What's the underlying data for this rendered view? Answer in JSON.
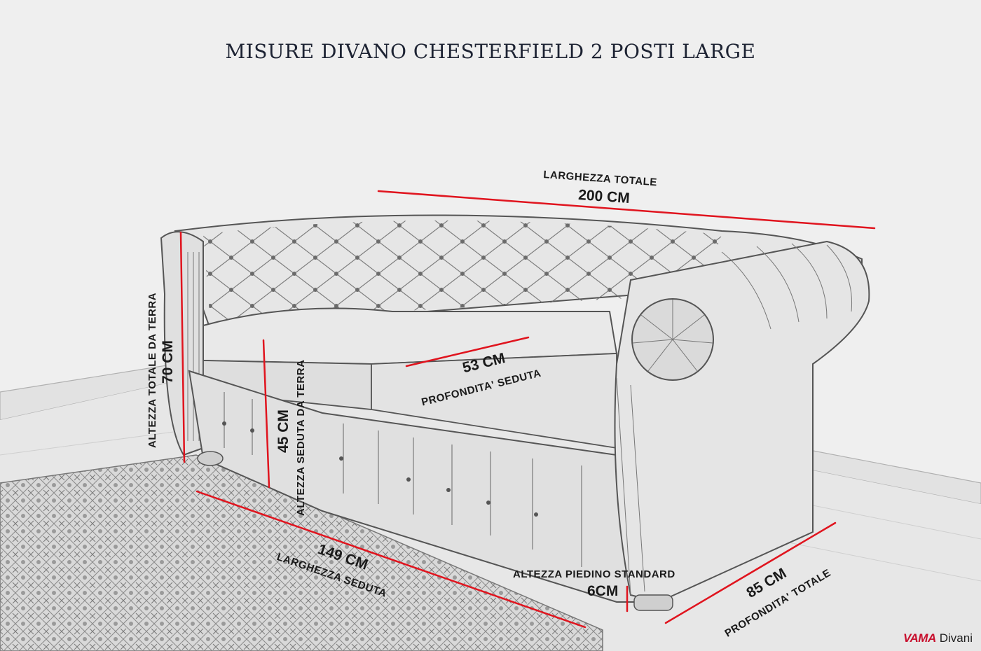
{
  "title": "MISURE DIVANO CHESTERFIELD 2 POSTI LARGE",
  "dimensions": {
    "total_width": {
      "label": "LARGHEZZA TOTALE",
      "value": "200 CM"
    },
    "total_height": {
      "label": "ALTEZZA TOTALE DA TERRA",
      "value": "70 CM"
    },
    "seat_height": {
      "label": "ALTEZZA SEDUTA DA TERRA",
      "value": "45 CM"
    },
    "seat_depth": {
      "label": "PROFONDITA' SEDUTA",
      "value": "53 CM"
    },
    "seat_width": {
      "label": "LARGHEZZA SEDUTA",
      "value": "149 CM"
    },
    "foot_height": {
      "label": "ALTEZZA PIEDINO STANDARD",
      "value": "6CM"
    },
    "total_depth": {
      "label": "PROFONDITA' TOTALE",
      "value": "85 CM"
    }
  },
  "logo": {
    "brand": "VAMA",
    "sub": "Divani"
  },
  "colors": {
    "measure_line": "#e0141e",
    "title": "#1d2333",
    "brand": "#c8102e"
  }
}
